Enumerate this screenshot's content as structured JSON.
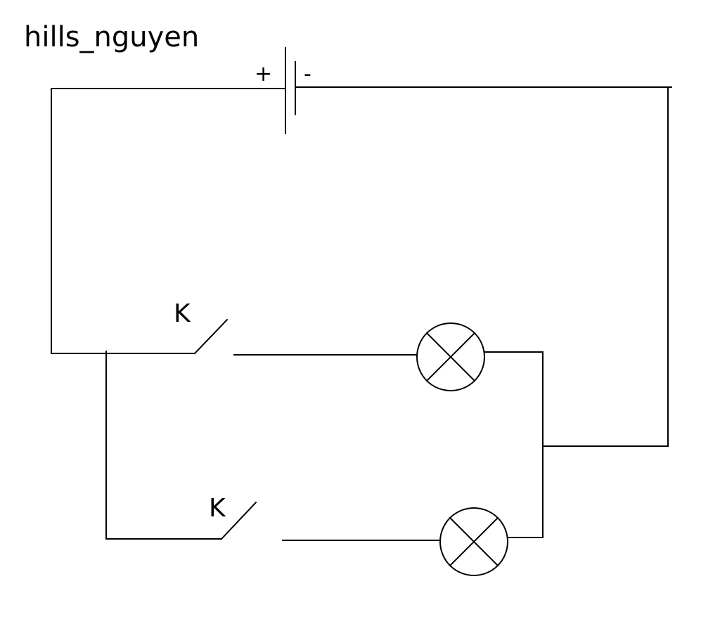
{
  "title": "hills_nguyen",
  "battery": {
    "plus": "+",
    "minus": "-"
  },
  "switch_top": {
    "label": "K"
  },
  "switch_bottom": {
    "label": "K"
  },
  "colors": {
    "line": "#000000",
    "background": "#ffffff"
  },
  "components": [
    "battery",
    "switch",
    "switch",
    "lamp",
    "lamp"
  ]
}
